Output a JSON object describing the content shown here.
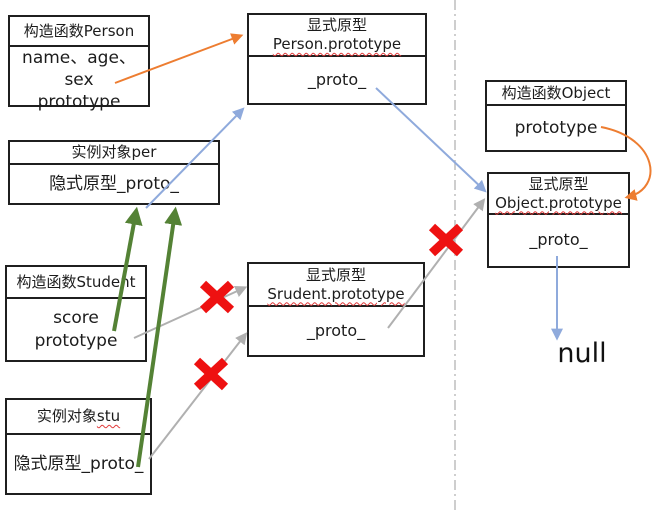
{
  "diagram_title": "prototype-chain-diagram",
  "colors": {
    "box_border": "#1f1f1f",
    "text": "#1c1c1c",
    "orange_arrow": "#ED7D31",
    "blue_arrow": "#8FAADC",
    "green_arrow": "#548235",
    "gray_arrow": "#b0b0b0",
    "red_x": "#ee1111",
    "squiggle_red": "#e03a3a",
    "dash_line": "#bdbdbd"
  },
  "boxes": {
    "person_ctor": {
      "header": "构造函数Person",
      "line1": "name、age、sex",
      "line2": "prototype"
    },
    "person_proto": {
      "header1": "显式原型",
      "header2": "Person.prototype",
      "body": "_proto_"
    },
    "per_instance": {
      "header": "实例对象per",
      "body": "隐式原型_proto_"
    },
    "object_ctor": {
      "header": "构造函数Object",
      "body": "prototype"
    },
    "object_proto": {
      "header1": "显式原型",
      "header2": "Object.prototype",
      "body": "_proto_"
    },
    "student_proto": {
      "header1": "显式原型",
      "header2": "Srudent.prototype",
      "body": "_proto_"
    },
    "student_ctor": {
      "header": "构造函数Student",
      "line1": "score",
      "line2": "prototype"
    },
    "stu_instance": {
      "header_prefix": "实例对象",
      "header_name": "stu",
      "body": "隐式原型_proto_"
    }
  },
  "labels": {
    "null_label": "null"
  }
}
